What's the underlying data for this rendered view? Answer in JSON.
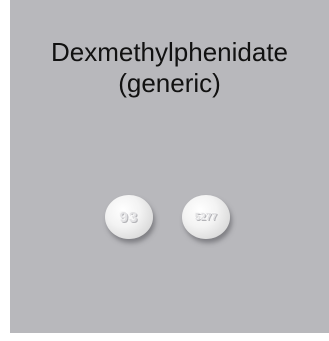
{
  "title": {
    "line1": "Dexmethylphenidate",
    "line2": "(generic)"
  },
  "pills": [
    {
      "imprint": "93",
      "color": "#f0f0f0"
    },
    {
      "imprint": "5277",
      "color": "#f0f0f0"
    }
  ],
  "colors": {
    "background": "#b8b8bc",
    "text": "#111111"
  }
}
